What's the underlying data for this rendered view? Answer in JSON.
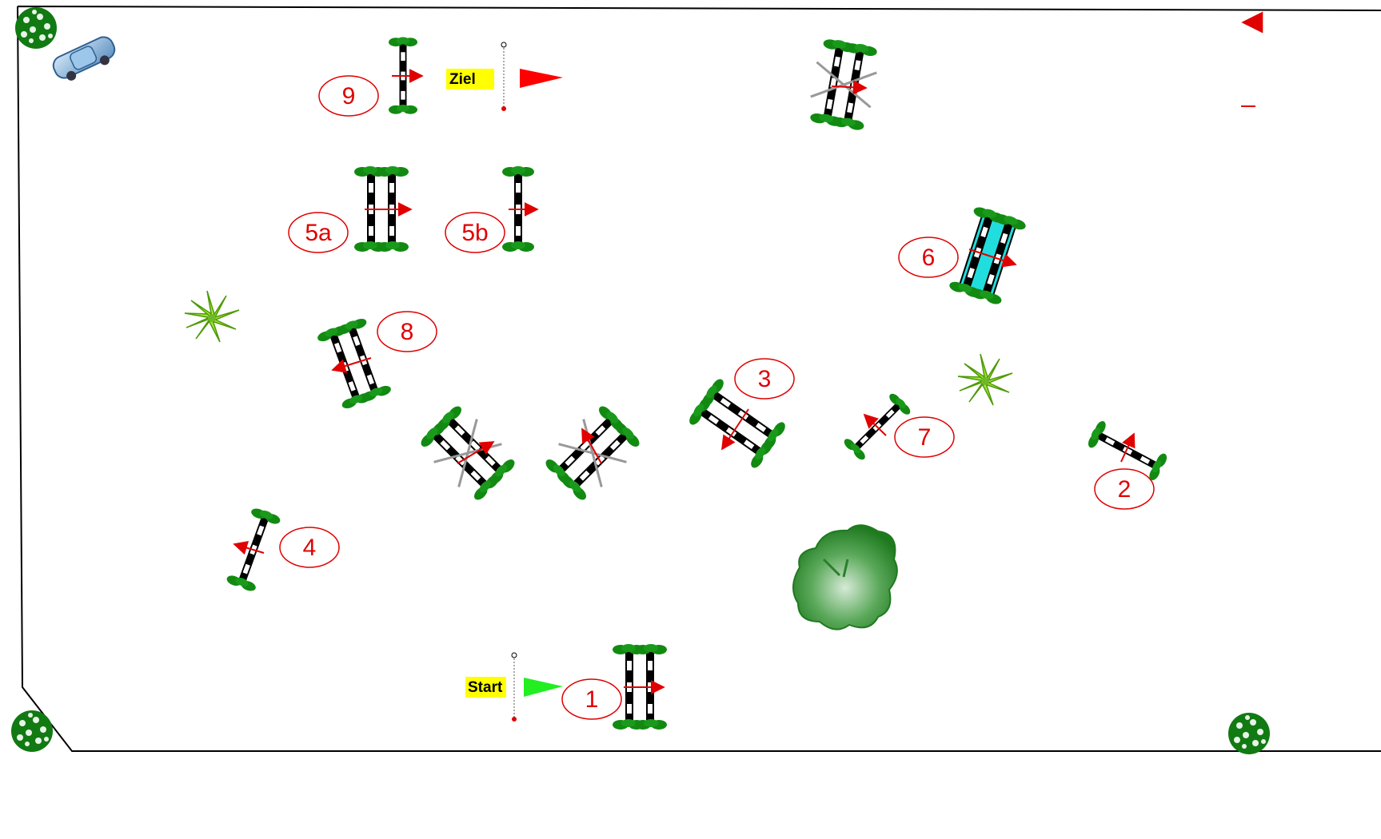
{
  "colors": {
    "number": "#e00000",
    "label_bg": "#ffff00",
    "start_flag": "#22ee22",
    "finish_flag": "#ff0000",
    "foliage": "#128a12",
    "water_fill": "#22dddd",
    "tree": "#3c9a3c"
  },
  "labels": {
    "start": "Start",
    "finish": "Ziel"
  },
  "numbers": {
    "n1": "1",
    "n2": "2",
    "n3": "3",
    "n4": "4",
    "n5a": "5a",
    "n5b": "5b",
    "n6": "6",
    "n7": "7",
    "n8": "8",
    "n9": "9"
  },
  "icons": [
    "car-icon",
    "flower-bush-icon",
    "palm-plant-icon",
    "tree-icon",
    "start-flag-icon",
    "finish-flag-icon"
  ]
}
